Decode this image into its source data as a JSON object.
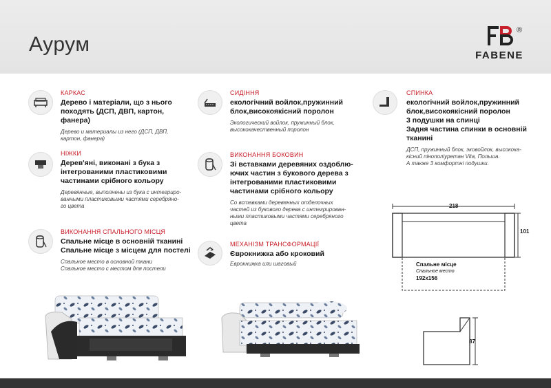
{
  "title": "Аурум",
  "brand": {
    "name": "FABENE",
    "mark": "FB",
    "reg": "®"
  },
  "accent": "#c8202a",
  "blocks": {
    "karkas": {
      "label": "КАРКАС",
      "icon": "sofa-frame-icon",
      "lines": [
        "Дерево і матеріали, що з нього",
        "походять (ДСП, ДВП, картон, фанера)"
      ],
      "sub": [
        "Дерево и материалы из него (ДСП, ДВП,",
        "картон, фанера)"
      ]
    },
    "nizhky": {
      "label": "НІЖКИ",
      "icon": "sofa-leg-icon",
      "lines": [
        "Дерев'яні, виконані з бука з",
        "інтегрованими пластиковими",
        "частинами срібного кольору"
      ],
      "sub": [
        "Деревянные, выполнены из бука с интегриро-",
        "ванными пластиковыми частями серебряно-",
        "го цвета"
      ]
    },
    "spalne": {
      "label": "ВИКОНАННЯ СПАЛЬНОГО МІСЦЯ",
      "icon": "fabric-roll-icon",
      "lines": [
        "Спальне місце в основній тканині",
        "Спальне місце з місцем для постелі"
      ],
      "sub": [
        "Спальное место в основной ткани",
        "Спальное место с местом для постели"
      ]
    },
    "sydinnia": {
      "label": "СИДІННЯ",
      "icon": "seat-icon",
      "lines": [
        "екологічний войлок,пружинний",
        "блок,високоякісний поролон"
      ],
      "sub": [
        "Экологический войлок, пружинный блок,",
        "высококачественный поролон"
      ]
    },
    "bokovyny": {
      "label": "ВИКОНАННЯ БОКОВИН",
      "icon": "fabric-roll-icon",
      "lines": [
        "Зі вставками деревяних оздоблю-",
        "ючих частин з букового дерева з",
        "інтегрованими пластиковими",
        "частинами срібного кольору"
      ],
      "sub": [
        "Со вставками деревянных отделочных",
        "частей из букового дерева с интегрирован-",
        "ными пластиковыми частями серебряного",
        "цвета"
      ]
    },
    "mekhanizm": {
      "label": "МЕХАНІЗМ ТРАНСФОРМАЦІЇ",
      "icon": "transform-mechanism-icon",
      "lines": [
        "Єврокнижка або кроковий"
      ],
      "sub": [
        "Еврокнижка или шаговый"
      ]
    },
    "spynka": {
      "label": "СПИНКА",
      "icon": "backrest-icon",
      "lines": [
        "екологічний войлок,пружинний",
        "блок,високоякісний поролон",
        "3 подушки на спинці",
        "Задня частина спинки в основній",
        "тканині"
      ],
      "sub": [
        "ДСП, пружинный блок, эковойлок, высокока-",
        "кісний пінополіуретан Vita, Польша.",
        "А также 3 комфортні подушки."
      ]
    }
  },
  "dimensions": {
    "width": "218",
    "depth": "101",
    "height": "87",
    "sleep_ua": "Спальне місце",
    "sleep_ru": "Спальное место",
    "sleep_size": "192x156"
  }
}
